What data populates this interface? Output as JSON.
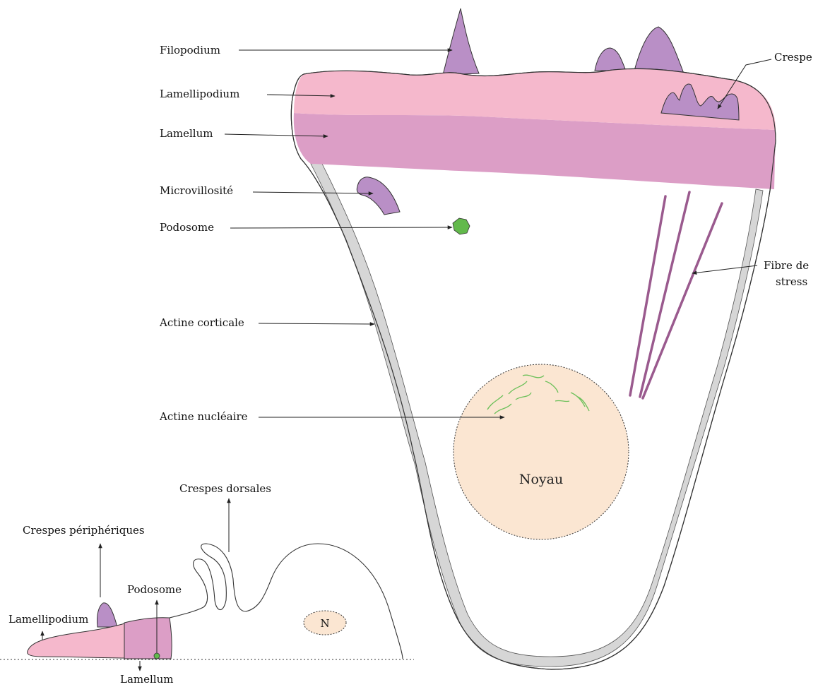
{
  "labels": {
    "filopodium": "Filopodium",
    "lamellipodium": "Lamellipodium",
    "lamellum": "Lamellum",
    "microvillosite": "Microvillosité",
    "podosome": "Podosome",
    "actine_corticale": "Actine corticale",
    "actine_nucleaire": "Actine nucléaire",
    "crespe": "Crespe",
    "fibre_de_stress_line1": "Fibre de",
    "fibre_de_stress_line2": "stress",
    "noyau": "Noyau"
  },
  "side_view": {
    "crespes_dorsales": "Crespes dorsales",
    "crespes_peripheriques": "Crespes périphériques",
    "podosome": "Podosome",
    "lamellipodium": "Lamellipodium",
    "lamellum": "Lamellum",
    "nucleus": "N"
  },
  "colors": {
    "lamellipodium": "#f5b8cc",
    "lamellum": "#dc9ec6",
    "filopodium": "#b98fc6",
    "cortical_actin": "#d6d6d6",
    "nucleus": "#fbe6d2",
    "podosome": "#62b94b",
    "stress_fiber": "#9a5a8e",
    "nuclear_actin": "#6cc05a"
  }
}
